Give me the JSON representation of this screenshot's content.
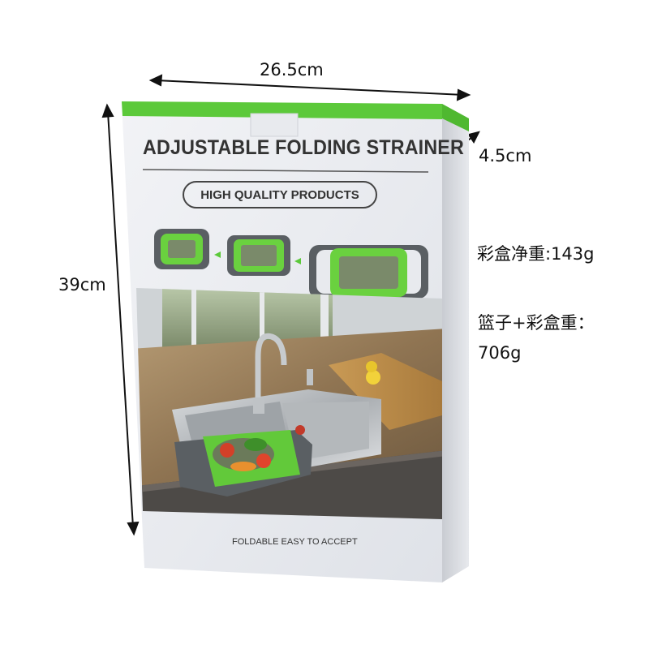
{
  "dimensions": {
    "width_label": "26.5cm",
    "height_label": "39cm",
    "depth_label": "4.5cm"
  },
  "specs": {
    "box_weight_label": "彩盒净重:143g",
    "total_weight_line1": "篮子+彩盒重：",
    "total_weight_line2": "706g"
  },
  "package": {
    "title": "ADJUSTABLE FOLDING STRAINER",
    "badge": "HIGH QUALITY PRODUCTS",
    "footer": "FOLDABLE EASY TO ACCEPT",
    "brand_color": "#5cc93a"
  }
}
